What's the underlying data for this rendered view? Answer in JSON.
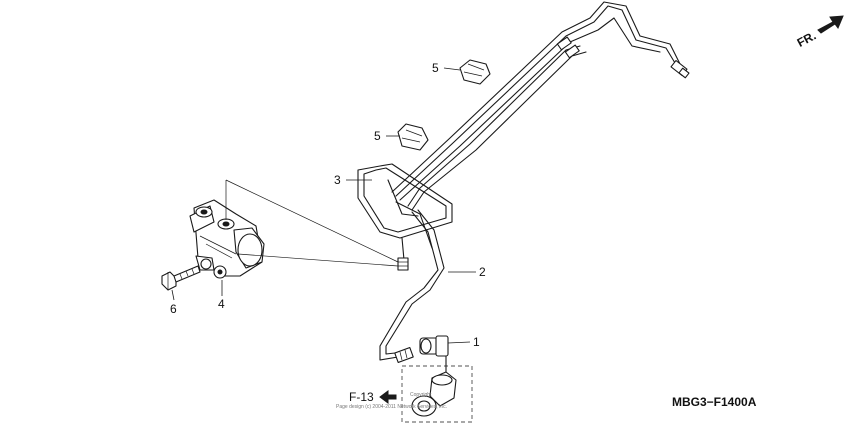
{
  "callouts": {
    "c1": "1",
    "c2": "2",
    "c3": "3",
    "c4": "4",
    "c5a": "5",
    "c5b": "5",
    "c6": "6"
  },
  "orientation_label": "FR.",
  "ref_label": "F-13",
  "diagram_code": "MBG3−F1400A",
  "detail_caption": "Copyright",
  "watermark": "Page design (c) 2004-2011 Network Services, Inc."
}
